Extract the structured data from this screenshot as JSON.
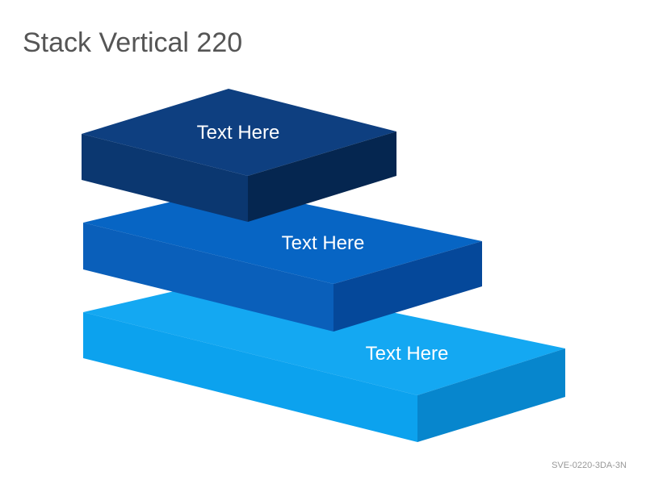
{
  "slide": {
    "title": "Stack Vertical 220",
    "code": "SVE-0220-3DA-3N"
  },
  "blocks": [
    {
      "label": "Text Here",
      "top_color": "#0e3f80",
      "front_color": "#0b3770",
      "side_color": "#052650"
    },
    {
      "label": "Text Here",
      "top_color": "#0765c4",
      "front_color": "#0a5fba",
      "side_color": "#05489a"
    },
    {
      "label": "Text Here",
      "top_color": "#14a8f2",
      "front_color": "#0ca2ee",
      "side_color": "#0786cd"
    }
  ]
}
